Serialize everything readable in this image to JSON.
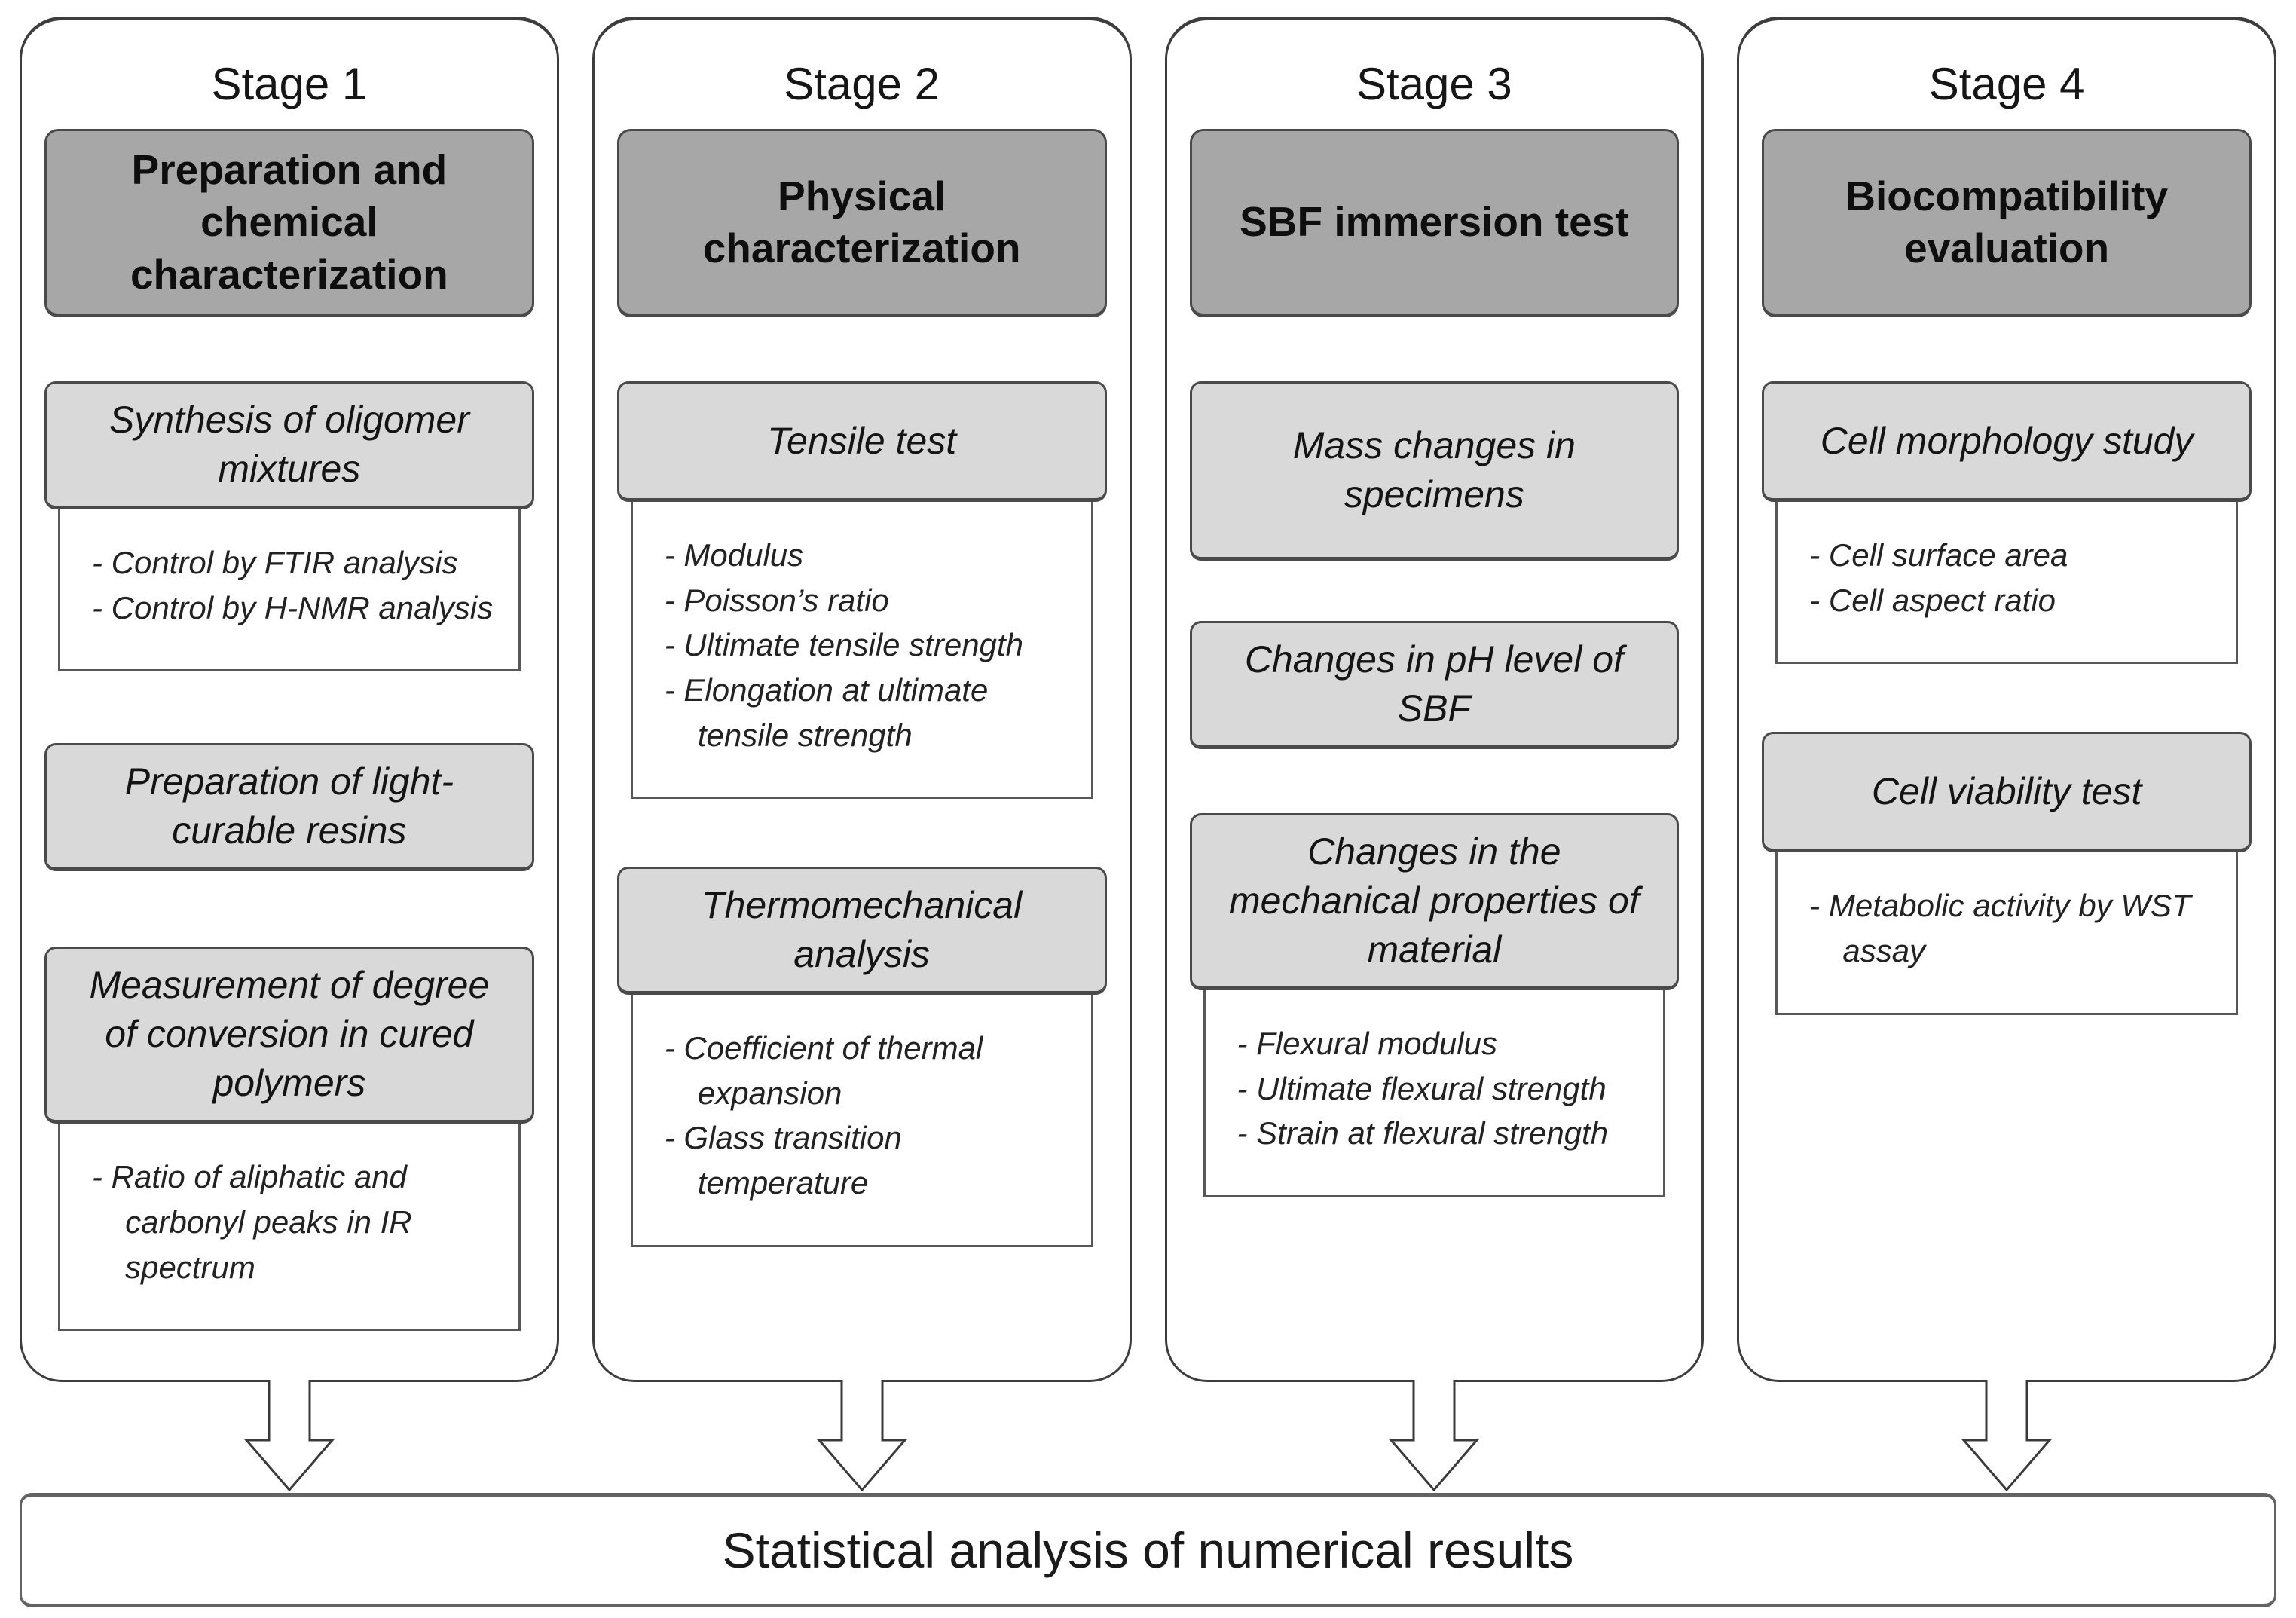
{
  "columns": [
    {
      "stage": "Stage 1",
      "header": "Preparation and chemical characterization",
      "blocks": [
        {
          "label": "Synthesis of oligomer mixtures",
          "details": [
            "- Control by FTIR analysis",
            "- Control by H-NMR analysis"
          ]
        },
        {
          "label": "Preparation of light-curable resins"
        },
        {
          "label": "Measurement of degree of conversion in cured polymers",
          "details": [
            "- Ratio of aliphatic and carbonyl peaks in IR spectrum"
          ]
        }
      ]
    },
    {
      "stage": "Stage 2",
      "header": "Physical characterization",
      "blocks": [
        {
          "label": "Tensile test",
          "details": [
            "- Modulus",
            "- Poisson’s ratio",
            "- Ultimate tensile strength",
            "- Elongation at ultimate tensile strength"
          ]
        },
        {
          "label": "Thermomechanical analysis",
          "details": [
            "- Coefficient of thermal expansion",
            "- Glass transition temperature"
          ]
        }
      ]
    },
    {
      "stage": "Stage 3",
      "header": "SBF immersion test",
      "blocks": [
        {
          "label": "Mass changes in specimens"
        },
        {
          "label": "Changes in pH level of SBF"
        },
        {
          "label": "Changes in the mechanical properties of material",
          "details": [
            "- Flexural modulus",
            "- Ultimate flexural strength",
            "- Strain at flexural strength"
          ]
        }
      ]
    },
    {
      "stage": "Stage 4",
      "header": "Biocompatibility evaluation",
      "blocks": [
        {
          "label": "Cell morphology study",
          "details": [
            "- Cell surface area",
            "- Cell aspect ratio"
          ]
        },
        {
          "label": "Cell viability test",
          "details": [
            "- Metabolic activity by WST assay"
          ]
        }
      ]
    }
  ],
  "footer": {
    "label": "Statistical analysis of numerical results"
  }
}
